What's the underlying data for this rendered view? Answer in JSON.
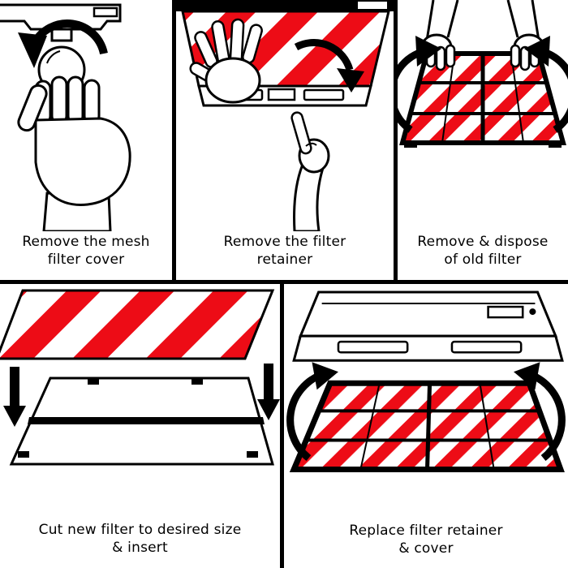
{
  "colors": {
    "stripe_red": "#ed0c16",
    "outline_black": "#000000",
    "panel_background": "#ffffff",
    "divider_black": "#000000"
  },
  "steps": [
    {
      "id": 1,
      "caption": "Remove the mesh\nfilter cover"
    },
    {
      "id": 2,
      "caption": "Remove the filter\nretainer"
    },
    {
      "id": 3,
      "caption": "Remove & dispose\nof old filter"
    },
    {
      "id": 4,
      "caption": "Cut new filter to desired size\n& insert"
    },
    {
      "id": 5,
      "caption": "Replace filter retainer\n& cover"
    }
  ]
}
